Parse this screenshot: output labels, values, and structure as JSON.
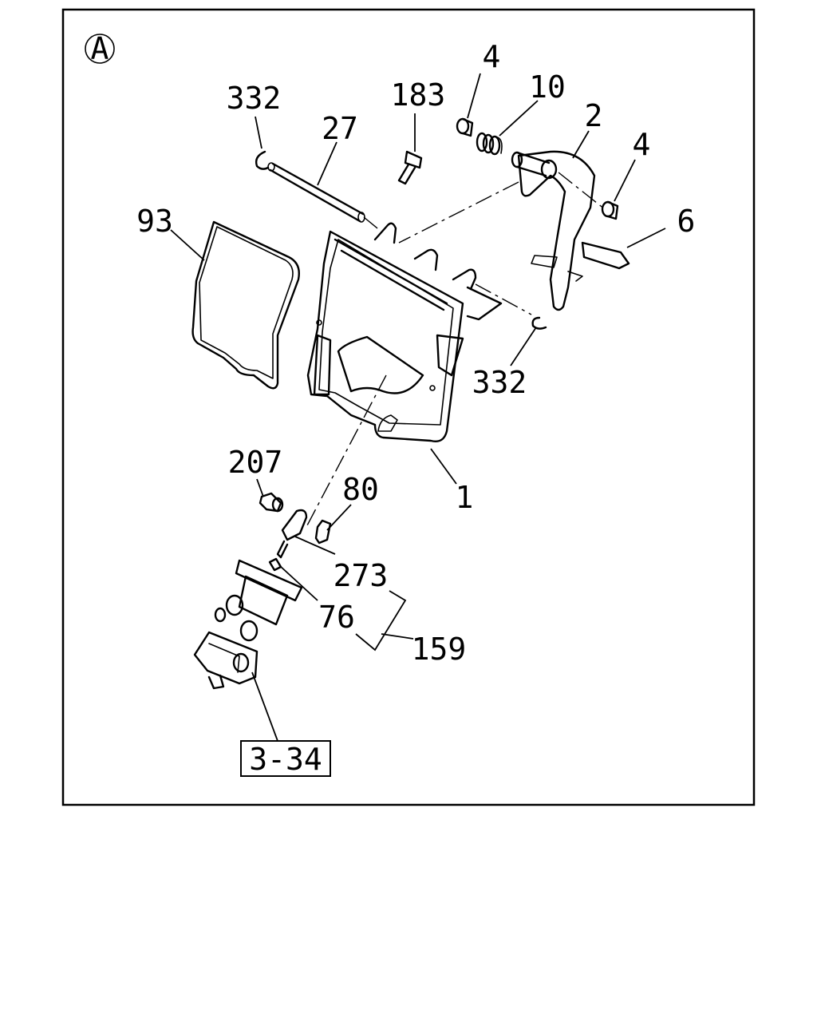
{
  "view_label": "A",
  "reference_label": "3-34",
  "callouts": {
    "c332_top": "332",
    "c183": "183",
    "c4_top": "4",
    "c10": "10",
    "c2": "2",
    "c27": "27",
    "c4_right": "4",
    "c93": "93",
    "c6": "6",
    "c332_right": "332",
    "c207": "207",
    "c80": "80",
    "c1": "1",
    "c273": "273",
    "c76": "76",
    "c159": "159"
  }
}
